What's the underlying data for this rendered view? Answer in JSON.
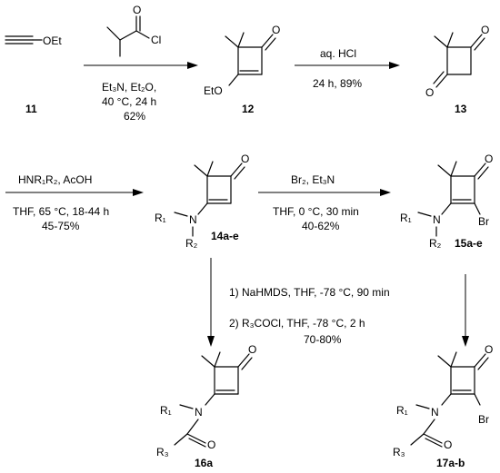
{
  "scheme": {
    "start": {
      "label": "≡—OEt",
      "id": "11"
    },
    "reagent_acyl_chloride": "Cl",
    "reagent_acyl_chloride_O": "O",
    "step1": {
      "line1": "Et₃N, Et₂O,",
      "line2": "40 °C, 24 h",
      "line3": "62%"
    },
    "cmpd12": {
      "id": "12",
      "oet": "EtO",
      "o": "O"
    },
    "step2": {
      "above": "aq. HCl",
      "below": "24 h, 89%"
    },
    "cmpd13": {
      "id": "13",
      "o1": "O",
      "o2": "O"
    },
    "step3": {
      "above": "HNR₁R₂, AcOH",
      "line1": "THF, 65 °C, 18-44 h",
      "line2": "45-75%"
    },
    "cmpd14": {
      "id": "14a-e",
      "r1": "R₁",
      "n": "N",
      "r2": "R₂",
      "o": "O"
    },
    "step4": {
      "above": "Br₂, Et₃N",
      "line1": "THF, 0 °C, 30 min",
      "line2": "40-62%"
    },
    "cmpd15": {
      "id": "15a-e",
      "r1": "R₁",
      "n": "N",
      "r2": "R₂",
      "br": "Br",
      "o": "O"
    },
    "step5": {
      "line1": "1) NaHMDS, THF,  -78 °C, 90 min",
      "line2": "2) R₃COCl, THF, -78 °C, 2 h",
      "line3": "70-80%"
    },
    "cmpd16": {
      "id": "16a",
      "r1": "R₁",
      "n": "N",
      "r3": "R₃",
      "o_ring": "O",
      "o_acyl": "O"
    },
    "cmpd17": {
      "id": "17a-b",
      "r1": "R₁",
      "n": "N",
      "r3": "R₃",
      "br": "Br",
      "o_ring": "O",
      "o_acyl": "O"
    }
  }
}
